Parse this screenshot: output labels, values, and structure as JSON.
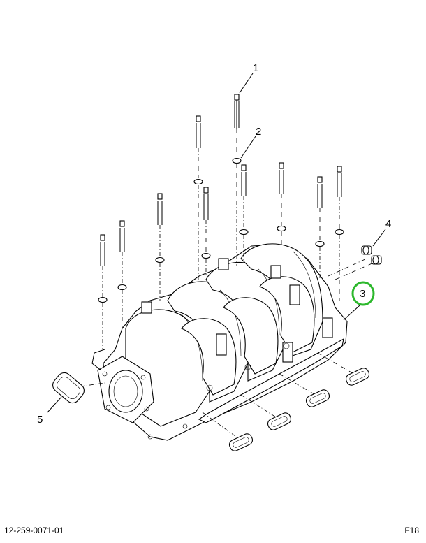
{
  "callouts": {
    "c1": "1",
    "c2": "2",
    "c3": "3",
    "c4": "4",
    "c5": "5"
  },
  "footer": {
    "doc_id": "12-259-0071-01",
    "page": "F18"
  },
  "highlight_color": "#2db82d",
  "icons": {
    "bolt": "bolt-icon",
    "washer": "washer-icon",
    "gasket": "gasket-icon",
    "bushing": "bushing-icon",
    "o_ring": "o-ring-icon"
  }
}
